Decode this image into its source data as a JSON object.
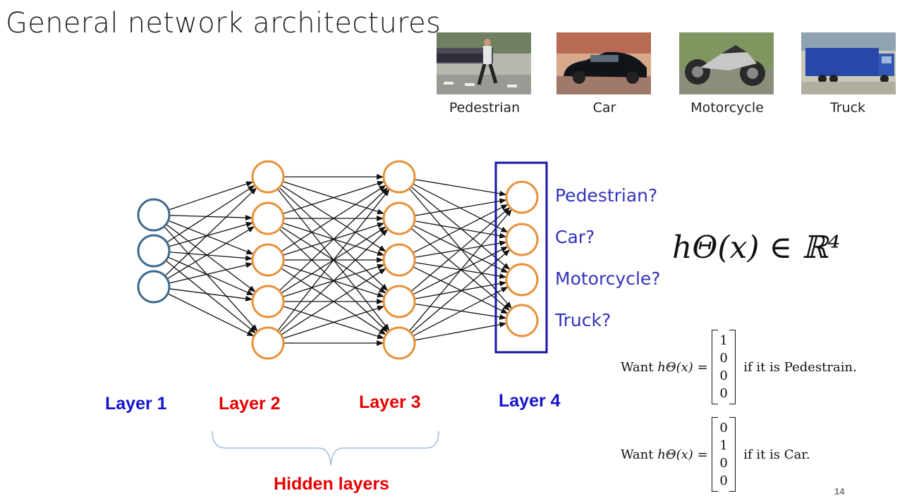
{
  "slide": {
    "title": "General network architectures",
    "page_number": "14"
  },
  "photos": [
    {
      "caption": "Pedestrian"
    },
    {
      "caption": "Car"
    },
    {
      "caption": "Motorcycle"
    },
    {
      "caption": "Truck"
    }
  ],
  "layers": {
    "layer1": "Layer 1",
    "layer2": "Layer 2",
    "layer3": "Layer 3",
    "layer4": "Layer 4",
    "hidden": "Hidden layers"
  },
  "outputs": [
    "Pedestrian?",
    "Car?",
    "Motorcycle?",
    "Truck?"
  ],
  "math": {
    "hypothesis": "hΘ(x) ∈ ℝ⁴",
    "want_prefix": "Want",
    "want_h": "hΘ(x) =",
    "cond1": "if it is Pedestrain.",
    "cond2": "if it is Car.",
    "vector1": [
      "1",
      "0",
      "0",
      "0"
    ],
    "vector2": [
      "0",
      "1",
      "0",
      "0"
    ]
  },
  "colors": {
    "input_node": "#3d6b8f",
    "hidden_node": "#e8913a",
    "output_box": "#1414aa",
    "blue_label": "#1414cc",
    "red_label": "#e80000"
  }
}
